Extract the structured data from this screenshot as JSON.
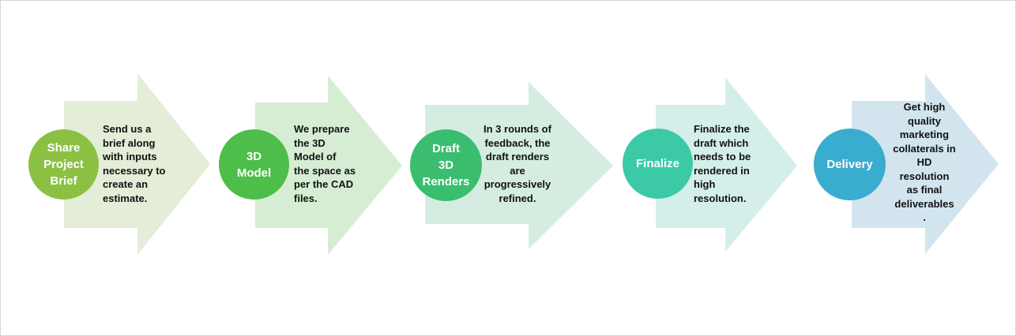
{
  "colors": {
    "border": "#d6d6d6",
    "arrow_fills": [
      "#e3edd7",
      "#d6edd4",
      "#d4ede0",
      "#d4eeea",
      "#d2e5ef"
    ],
    "circle_fills": [
      "#8cc043",
      "#4cbe49",
      "#3bbd70",
      "#3bcaa5",
      "#3aacd0"
    ]
  },
  "steps": [
    {
      "title": "Share\nProject\nBrief",
      "description": "Send us a\nbrief along\nwith inputs\nnecessary to\ncreate an\nestimate."
    },
    {
      "title": "3D\nModel",
      "description": "We prepare\nthe 3D\nModel of\nthe space as\nper the CAD\nfiles."
    },
    {
      "title": "Draft\n3D\nRenders",
      "description": "In 3 rounds of\nfeedback, the\ndraft renders\nare\nprogressively\nrefined."
    },
    {
      "title": "Finalize",
      "description": "Finalize the\ndraft which\nneeds to be\nrendered in\nhigh\nresolution."
    },
    {
      "title": "Delivery",
      "description": "Get high\nquality\nmarketing\ncollaterals in\nHD\nresolution\nas final\ndeliverables\n."
    }
  ]
}
